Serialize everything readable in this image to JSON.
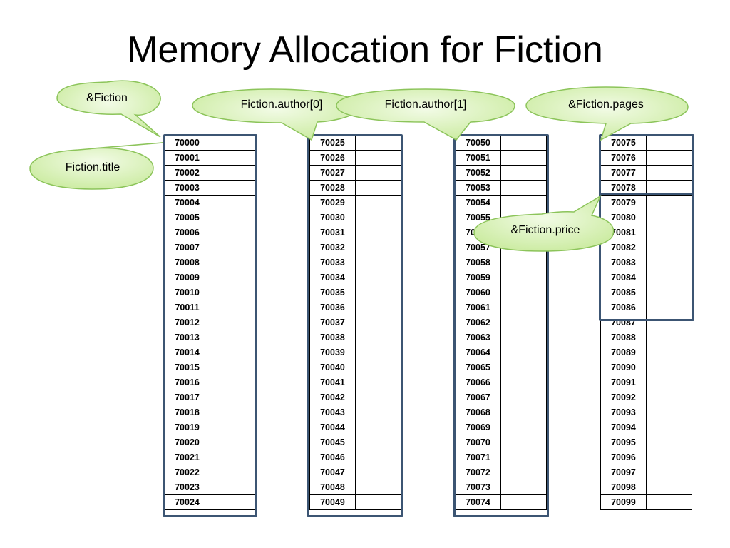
{
  "title": "Memory Allocation for Fiction",
  "columns": [
    [
      "70000",
      "70001",
      "70002",
      "70003",
      "70004",
      "70005",
      "70006",
      "70007",
      "70008",
      "70009",
      "70010",
      "70011",
      "70012",
      "70013",
      "70014",
      "70015",
      "70016",
      "70017",
      "70018",
      "70019",
      "70020",
      "70021",
      "70022",
      "70023",
      "70024"
    ],
    [
      "70025",
      "70026",
      "70027",
      "70028",
      "70029",
      "70030",
      "70031",
      "70032",
      "70033",
      "70034",
      "70035",
      "70036",
      "70037",
      "70038",
      "70039",
      "70040",
      "70041",
      "70042",
      "70043",
      "70044",
      "70045",
      "70046",
      "70047",
      "70048",
      "70049"
    ],
    [
      "70050",
      "70051",
      "70052",
      "70053",
      "70054",
      "70055",
      "70056",
      "70057",
      "70058",
      "70059",
      "70060",
      "70061",
      "70062",
      "70063",
      "70064",
      "70065",
      "70066",
      "70067",
      "70068",
      "70069",
      "70070",
      "70071",
      "70072",
      "70073",
      "70074"
    ],
    [
      "70075",
      "70076",
      "70077",
      "70078",
      "70079",
      "70080",
      "70081",
      "70082",
      "70083",
      "70084",
      "70085",
      "70086",
      "70087",
      "70088",
      "70089",
      "70090",
      "70091",
      "70092",
      "70093",
      "70094",
      "70095",
      "70096",
      "70097",
      "70098",
      "70099"
    ]
  ],
  "callouts": {
    "fiction": "&Fiction",
    "fiction_title": "Fiction.title",
    "author0": "Fiction.author[0]",
    "author1": "Fiction.author[1]",
    "pages": "&Fiction.pages",
    "price": "&Fiction.price"
  },
  "colors": {
    "callout_fill": "#d5f0b2",
    "callout_stroke": "#8cc45a",
    "frame": "#3c5573"
  }
}
